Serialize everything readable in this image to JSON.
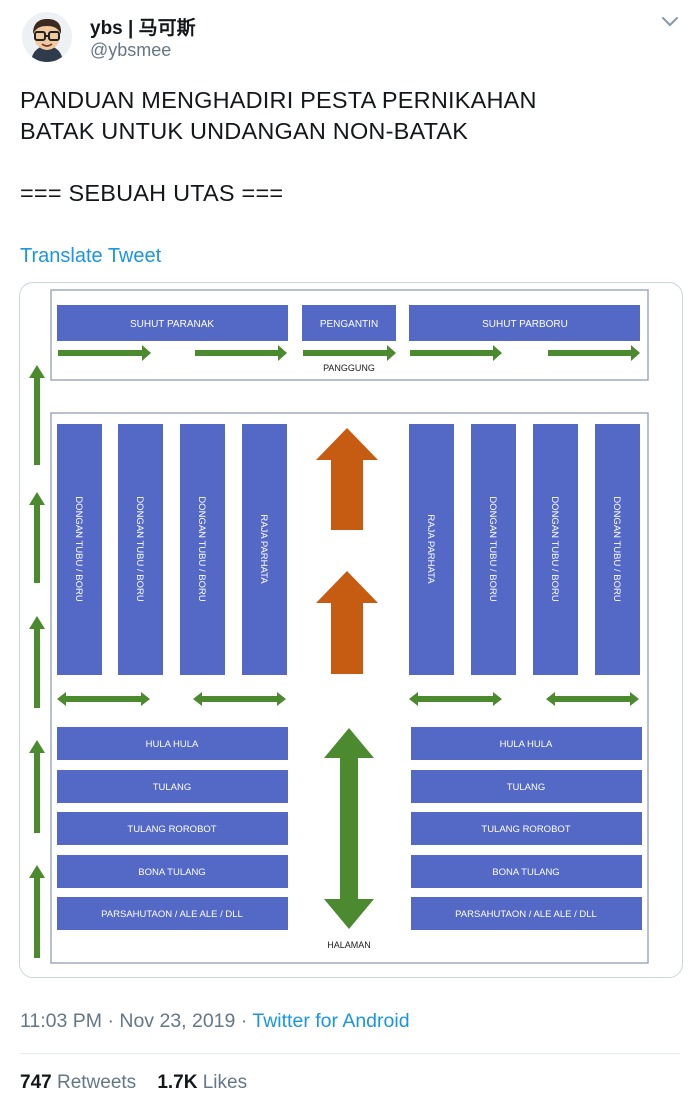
{
  "tweet": {
    "author": {
      "display_name": "ybs | 马可斯",
      "handle": "@ybsmee"
    },
    "text": "PANDUAN MENGHADIRI PESTA PERNIKAHAN\nBATAK UNTUK UNDANGAN NON-BATAK\n\n=== SEBUAH UTAS ===",
    "translate_label": "Translate Tweet",
    "time": "11:03 PM",
    "date": "Nov 23, 2019",
    "separator": "·",
    "source": "Twitter for Android",
    "retweets_count": "747",
    "retweets_label": "Retweets",
    "likes_count": "1.7K",
    "likes_label": "Likes"
  },
  "icons": {
    "menu": "chevron-down-icon",
    "avatar": "avatar-nerd-glasses"
  },
  "diagram": {
    "top_boxes": [
      "SUHUT PARANAK",
      "PENGANTIN",
      "SUHUT PARBORU"
    ],
    "top_label": "PANGGUNG",
    "left_columns": [
      "DONGAN TUBU / BORU",
      "DONGAN TUBU / BORU",
      "DONGAN TUBU / BORU",
      "RAJA PARHATA"
    ],
    "right_columns": [
      "RAJA PARHATA",
      "DONGAN TUBU / BORU",
      "DONGAN TUBU / BORU",
      "DONGAN TUBU / BORU"
    ],
    "left_rows": [
      "HULA HULA",
      "TULANG",
      "TULANG ROROBOT",
      "BONA TULANG",
      "PARSAHUTAON / ALE ALE / DLL"
    ],
    "right_rows": [
      "HULA HULA",
      "TULANG",
      "TULANG ROROBOT",
      "BONA TULANG",
      "PARSAHUTAON / ALE ALE / DLL"
    ],
    "bottom_label": "HALAMAN",
    "colors": {
      "box": "#5468c6",
      "green_arrow": "#4b8a2f",
      "orange_arrow": "#c65b12",
      "border": "#9aa5b8"
    }
  }
}
